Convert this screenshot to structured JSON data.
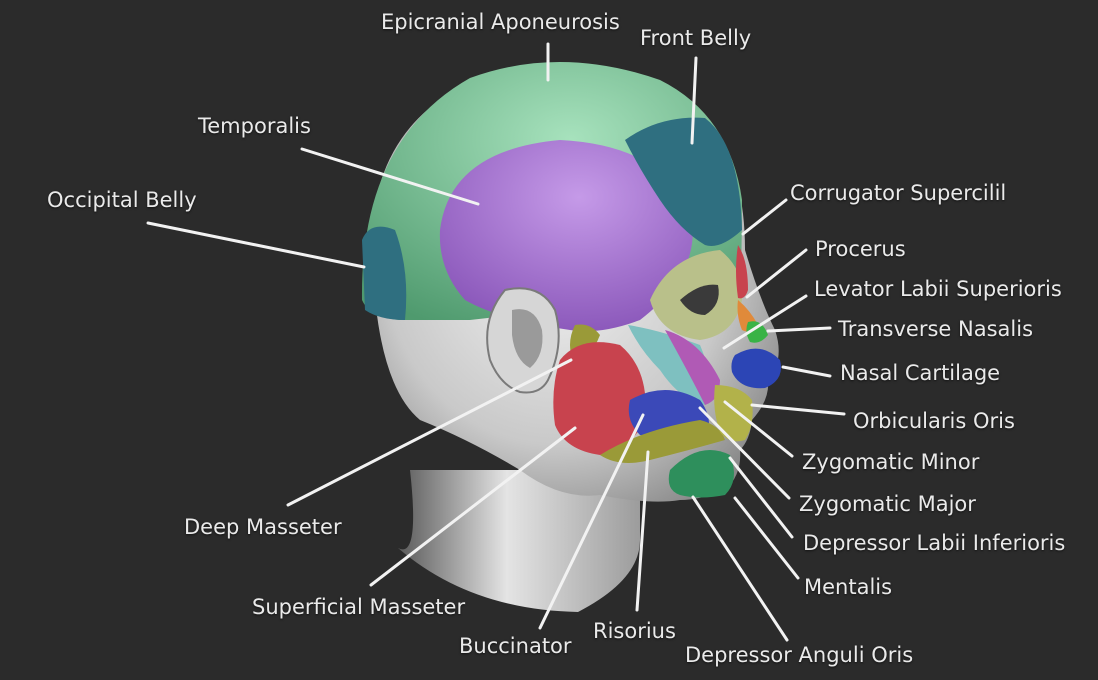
{
  "colors": {
    "background": "#2b2b2b",
    "skin": "#cfcfcf",
    "epicranial": "#6fbf8f",
    "temporalis": "#a276cf",
    "frontalis": "#2f6f80",
    "masseter": "#c8434e",
    "buccinator": "#3b49b8",
    "orbicularis": "#9a9a38",
    "nasal_cartilage": "#2c45b5",
    "transverse_nasalis": "#39b346",
    "leader_line": "#f2f2f2"
  },
  "labels": [
    {
      "key": "epicranial",
      "text": "Epicranial Aponeurosis"
    },
    {
      "key": "front_belly",
      "text": "Front Belly"
    },
    {
      "key": "temporalis",
      "text": "Temporalis"
    },
    {
      "key": "occipital",
      "text": "Occipital Belly"
    },
    {
      "key": "corrugator",
      "text": "Corrugator Supercilil"
    },
    {
      "key": "procerus",
      "text": "Procerus"
    },
    {
      "key": "levator",
      "text": "Levator Labii Superioris"
    },
    {
      "key": "transverse",
      "text": "Transverse Nasalis"
    },
    {
      "key": "nasal",
      "text": "Nasal Cartilage"
    },
    {
      "key": "orbicularis",
      "text": "Orbicularis Oris"
    },
    {
      "key": "zyg_minor",
      "text": "Zygomatic Minor"
    },
    {
      "key": "zyg_major",
      "text": "Zygomatic Major"
    },
    {
      "key": "dep_labii",
      "text": "Depressor Labii Inferioris"
    },
    {
      "key": "mentalis",
      "text": "Mentalis"
    },
    {
      "key": "dep_anguli",
      "text": "Depressor Anguli Oris"
    },
    {
      "key": "risorius",
      "text": "Risorius"
    },
    {
      "key": "buccinator",
      "text": "Buccinator"
    },
    {
      "key": "sup_masseter",
      "text": "Superficial Masseter"
    },
    {
      "key": "deep_masseter",
      "text": "Deep Masseter"
    }
  ]
}
